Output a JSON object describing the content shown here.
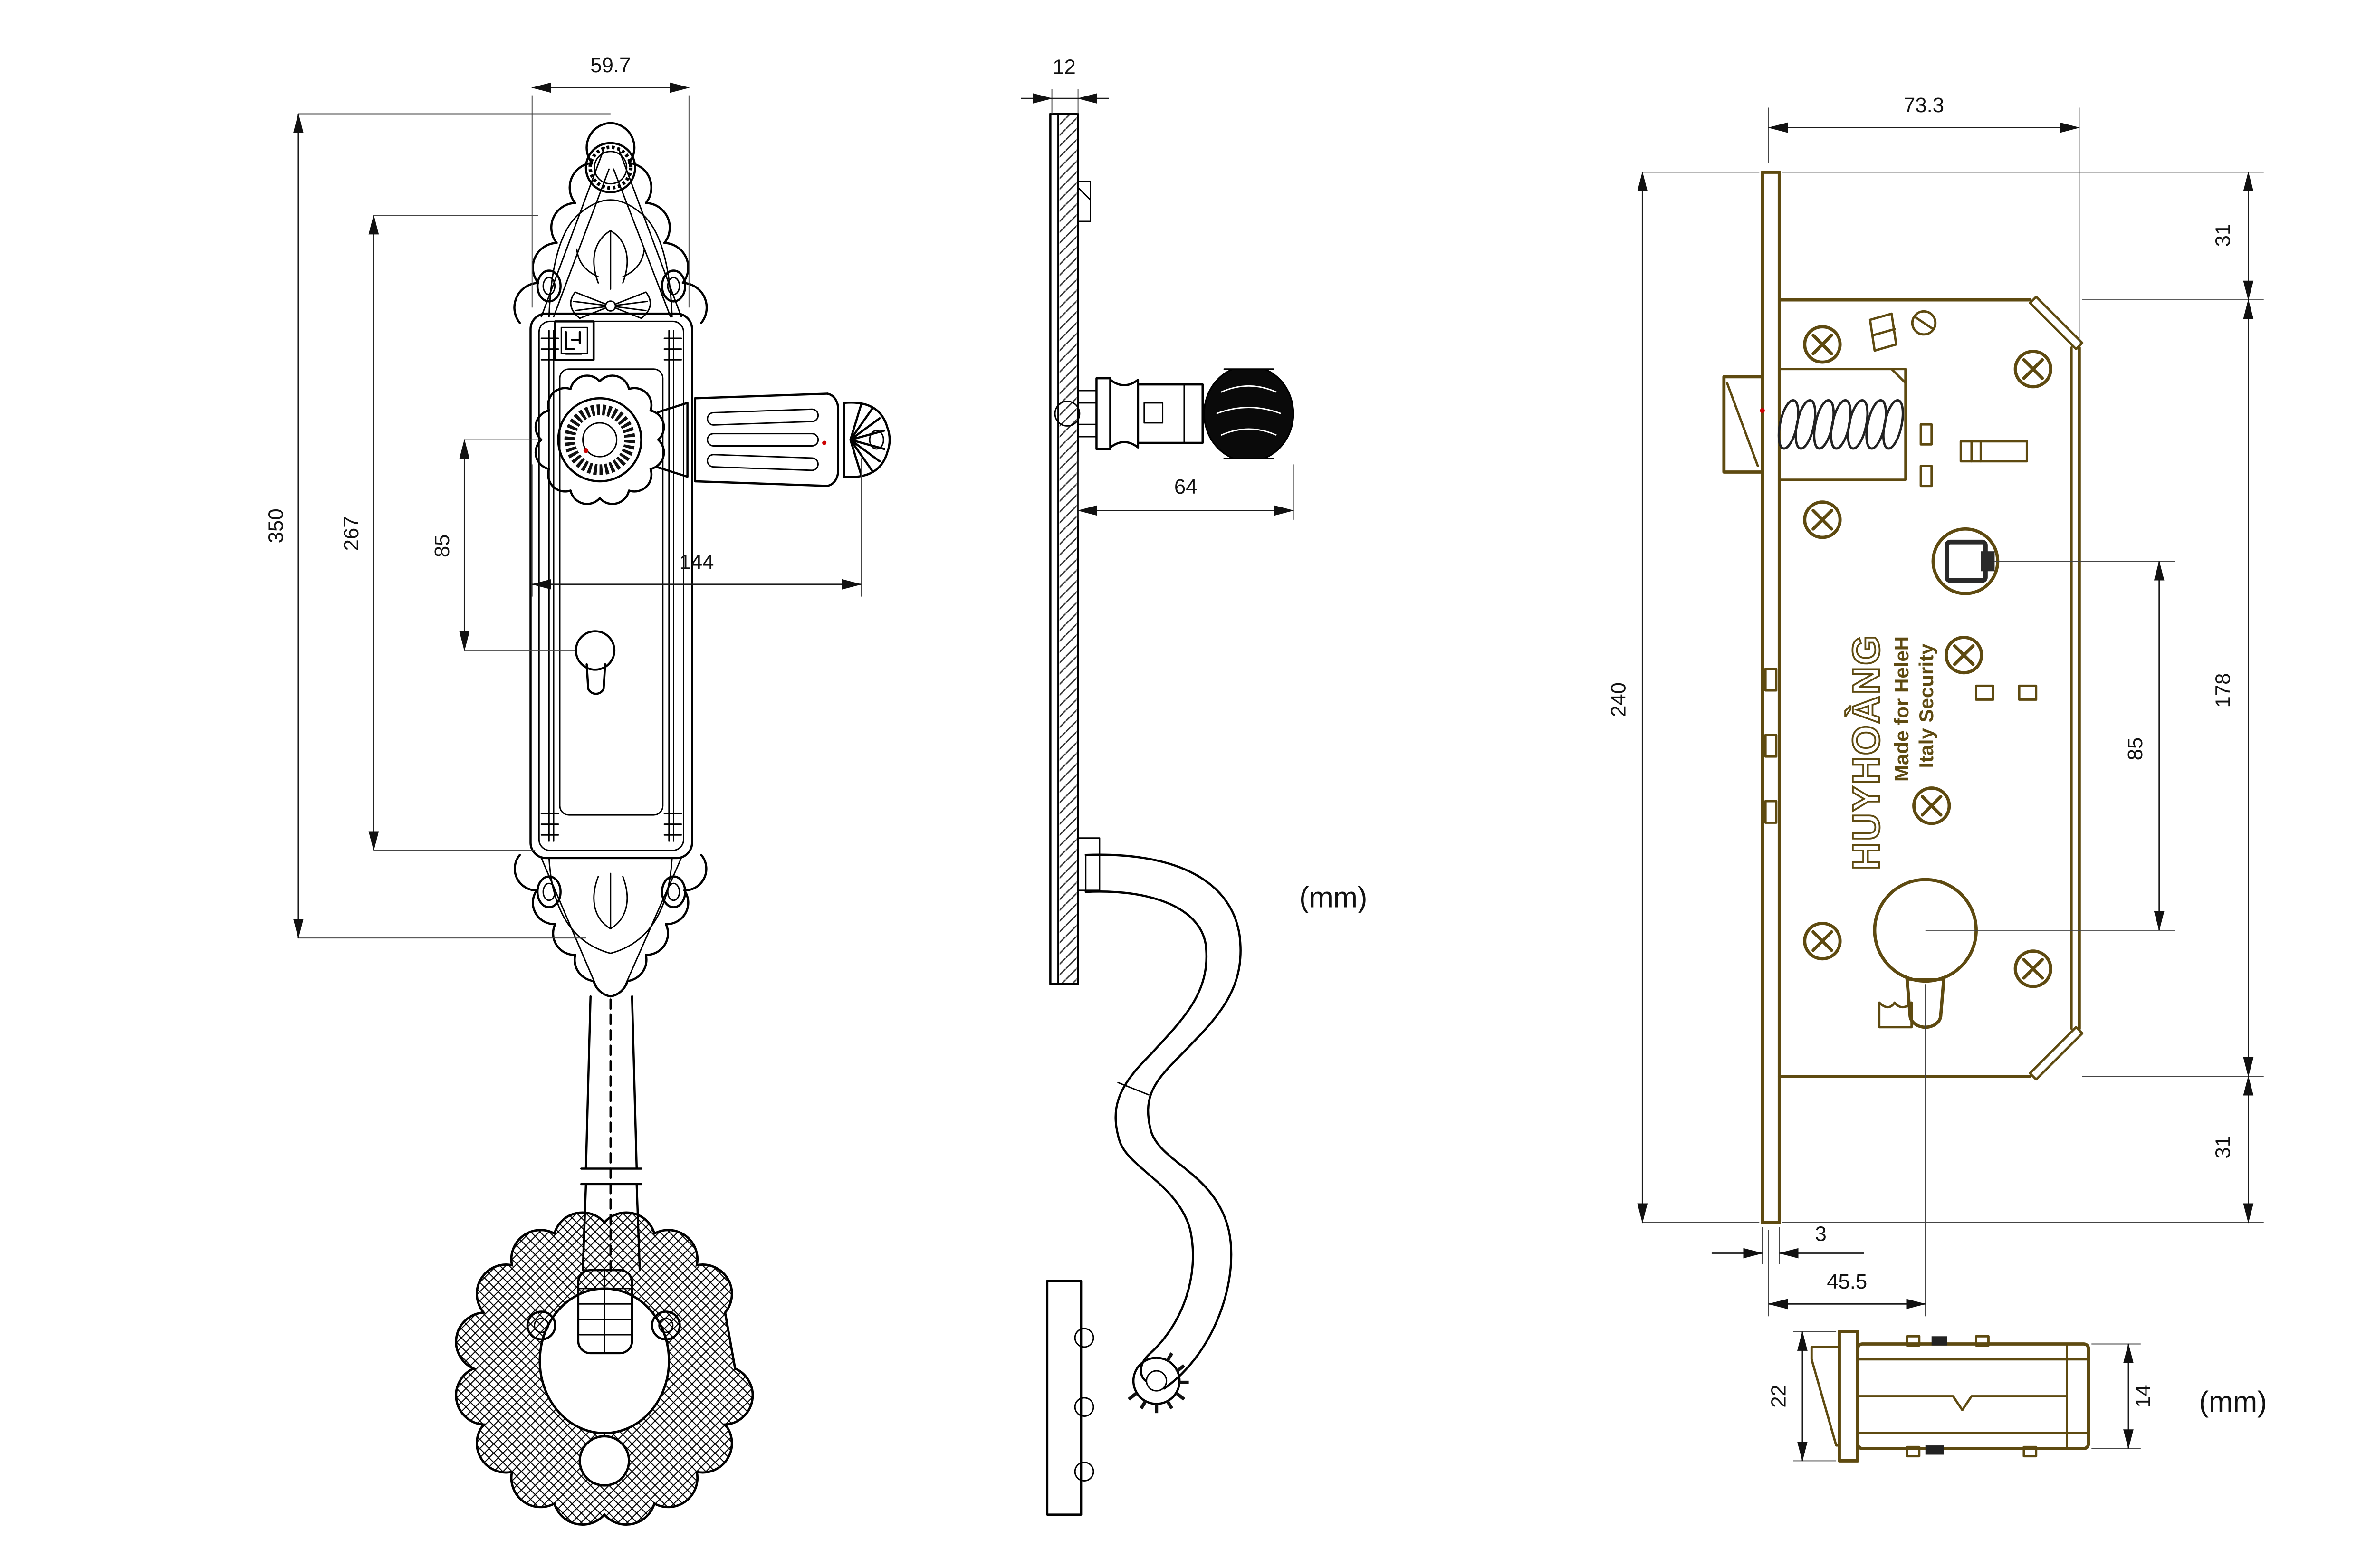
{
  "front": {
    "width": "59.7",
    "total_height": "350",
    "plate_height": "267",
    "centers": "85",
    "lever_length": "144"
  },
  "side": {
    "thickness": "12",
    "knob_depth": "64",
    "unit": "(mm)"
  },
  "lock": {
    "width": "73.3",
    "top_margin": "31",
    "height": "240",
    "body_height": "178",
    "centers": "85",
    "faceplate_thickness": "3",
    "backset": "45.5",
    "bottom_margin": "31",
    "brand": {
      "name": "HUYHOÀNG",
      "made_for": "Made for HeleH",
      "origin": "Italy Security"
    }
  },
  "bolt": {
    "flange": "22",
    "body": "14",
    "unit": "(mm)"
  },
  "colors": {
    "line": "#000000",
    "dimension": "#1a1a1a",
    "lock_line": "#5E4A10",
    "accent_red": "#cc0000"
  }
}
